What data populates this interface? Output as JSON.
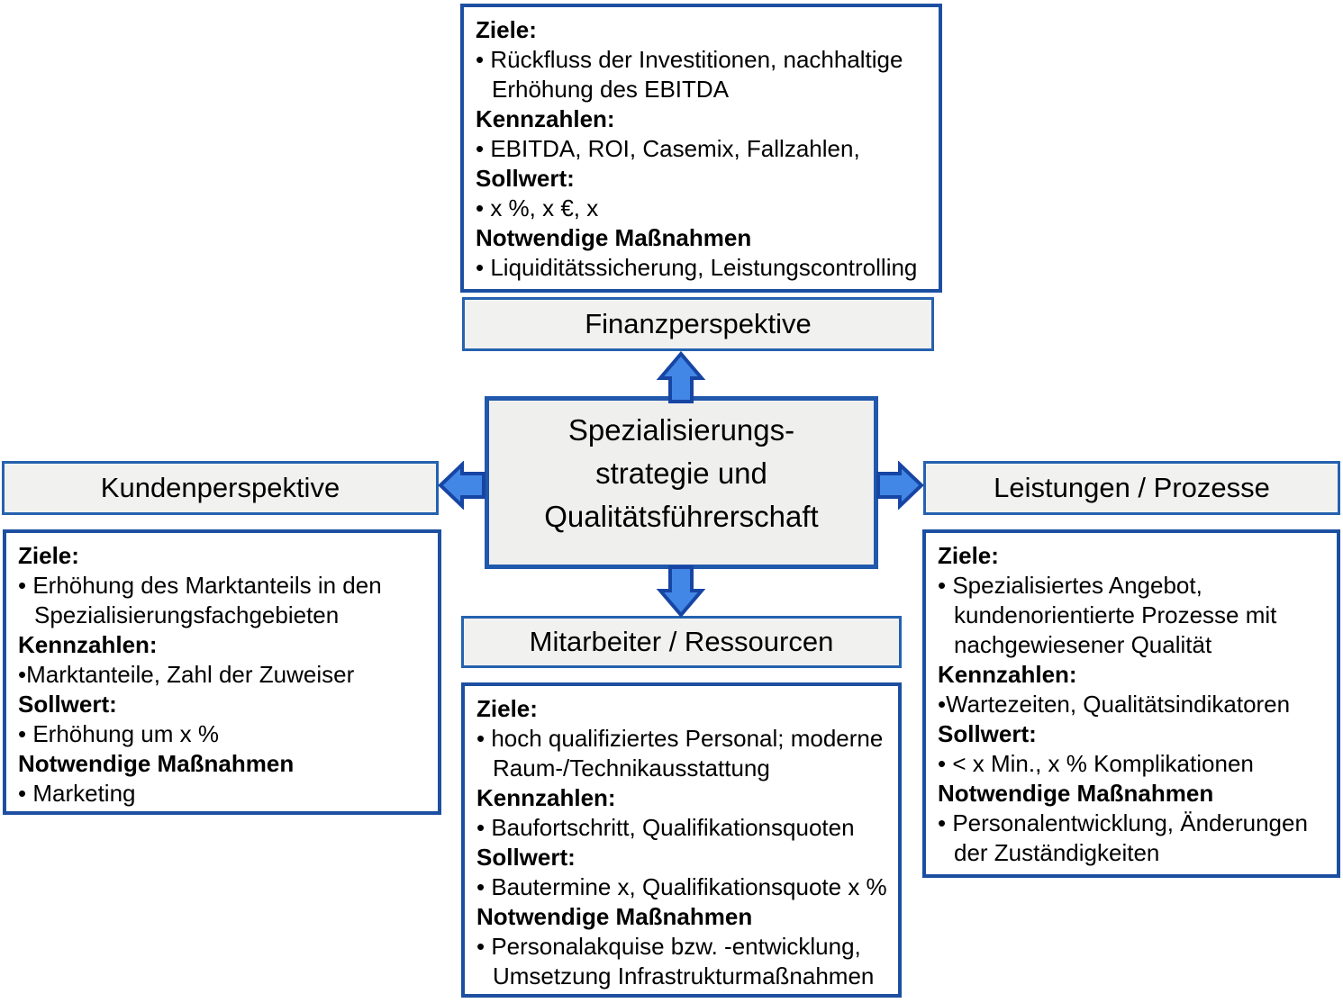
{
  "colors": {
    "detail_border": "#1d4fa1",
    "header_border": "#2562af",
    "header_fill": "#f1f1f0",
    "center_fill": "#efefee",
    "arrow_fill": "#4287e6",
    "arrow_stroke": "#1745a3",
    "text": "#000000"
  },
  "center_box": {
    "lines": [
      "Spezialisierungs-",
      "strategie und",
      "Qualitätsführerschaft"
    ]
  },
  "headers": {
    "top": "Finanzperspektive",
    "left": "Kundenperspektive",
    "right": "Leistungen / Prozesse",
    "bottom": "Mitarbeiter / Ressourcen"
  },
  "boxes": {
    "top": {
      "lines": [
        "Ziele:",
        "• Rückfluss der Investitionen, nachhaltige",
        "Erhöhung des EBITDA",
        "Kennzahlen:",
        "• EBITDA, ROI, Casemix, Fallzahlen,",
        "Sollwert:",
        "• x %, x €, x",
        "Notwendige Maßnahmen",
        "• Liquiditätssicherung, Leistungscontrolling"
      ]
    },
    "left": {
      "lines": [
        "Ziele:",
        "• Erhöhung des Marktanteils in den",
        "Spezialisierungsfachgebieten",
        "Kennzahlen:",
        "•Marktanteile, Zahl der Zuweiser",
        "Sollwert:",
        "• Erhöhung um x %",
        "Notwendige Maßnahmen",
        "• Marketing"
      ]
    },
    "right": {
      "lines": [
        "Ziele:",
        "• Spezialisiertes Angebot,",
        "kundenorientierte Prozesse mit",
        "nachgewiesener Qualität",
        "Kennzahlen:",
        "•Wartezeiten, Qualitätsindikatoren",
        "Sollwert:",
        "• < x Min., x % Komplikationen",
        "Notwendige Maßnahmen",
        "• Personalentwicklung, Änderungen",
        "der Zuständigkeiten"
      ]
    },
    "bottom": {
      "lines": [
        "Ziele:",
        "• hoch qualifiziertes Personal; moderne",
        "Raum-/Technikausstattung",
        "Kennzahlen:",
        "• Baufortschritt, Qualifikationsquoten",
        "Sollwert:",
        "• Bautermine x, Qualifikationsquote x %",
        "Notwendige Maßnahmen",
        "• Personalakquise bzw. -entwicklung,",
        "Umsetzung Infrastrukturmaßnahmen"
      ]
    }
  }
}
